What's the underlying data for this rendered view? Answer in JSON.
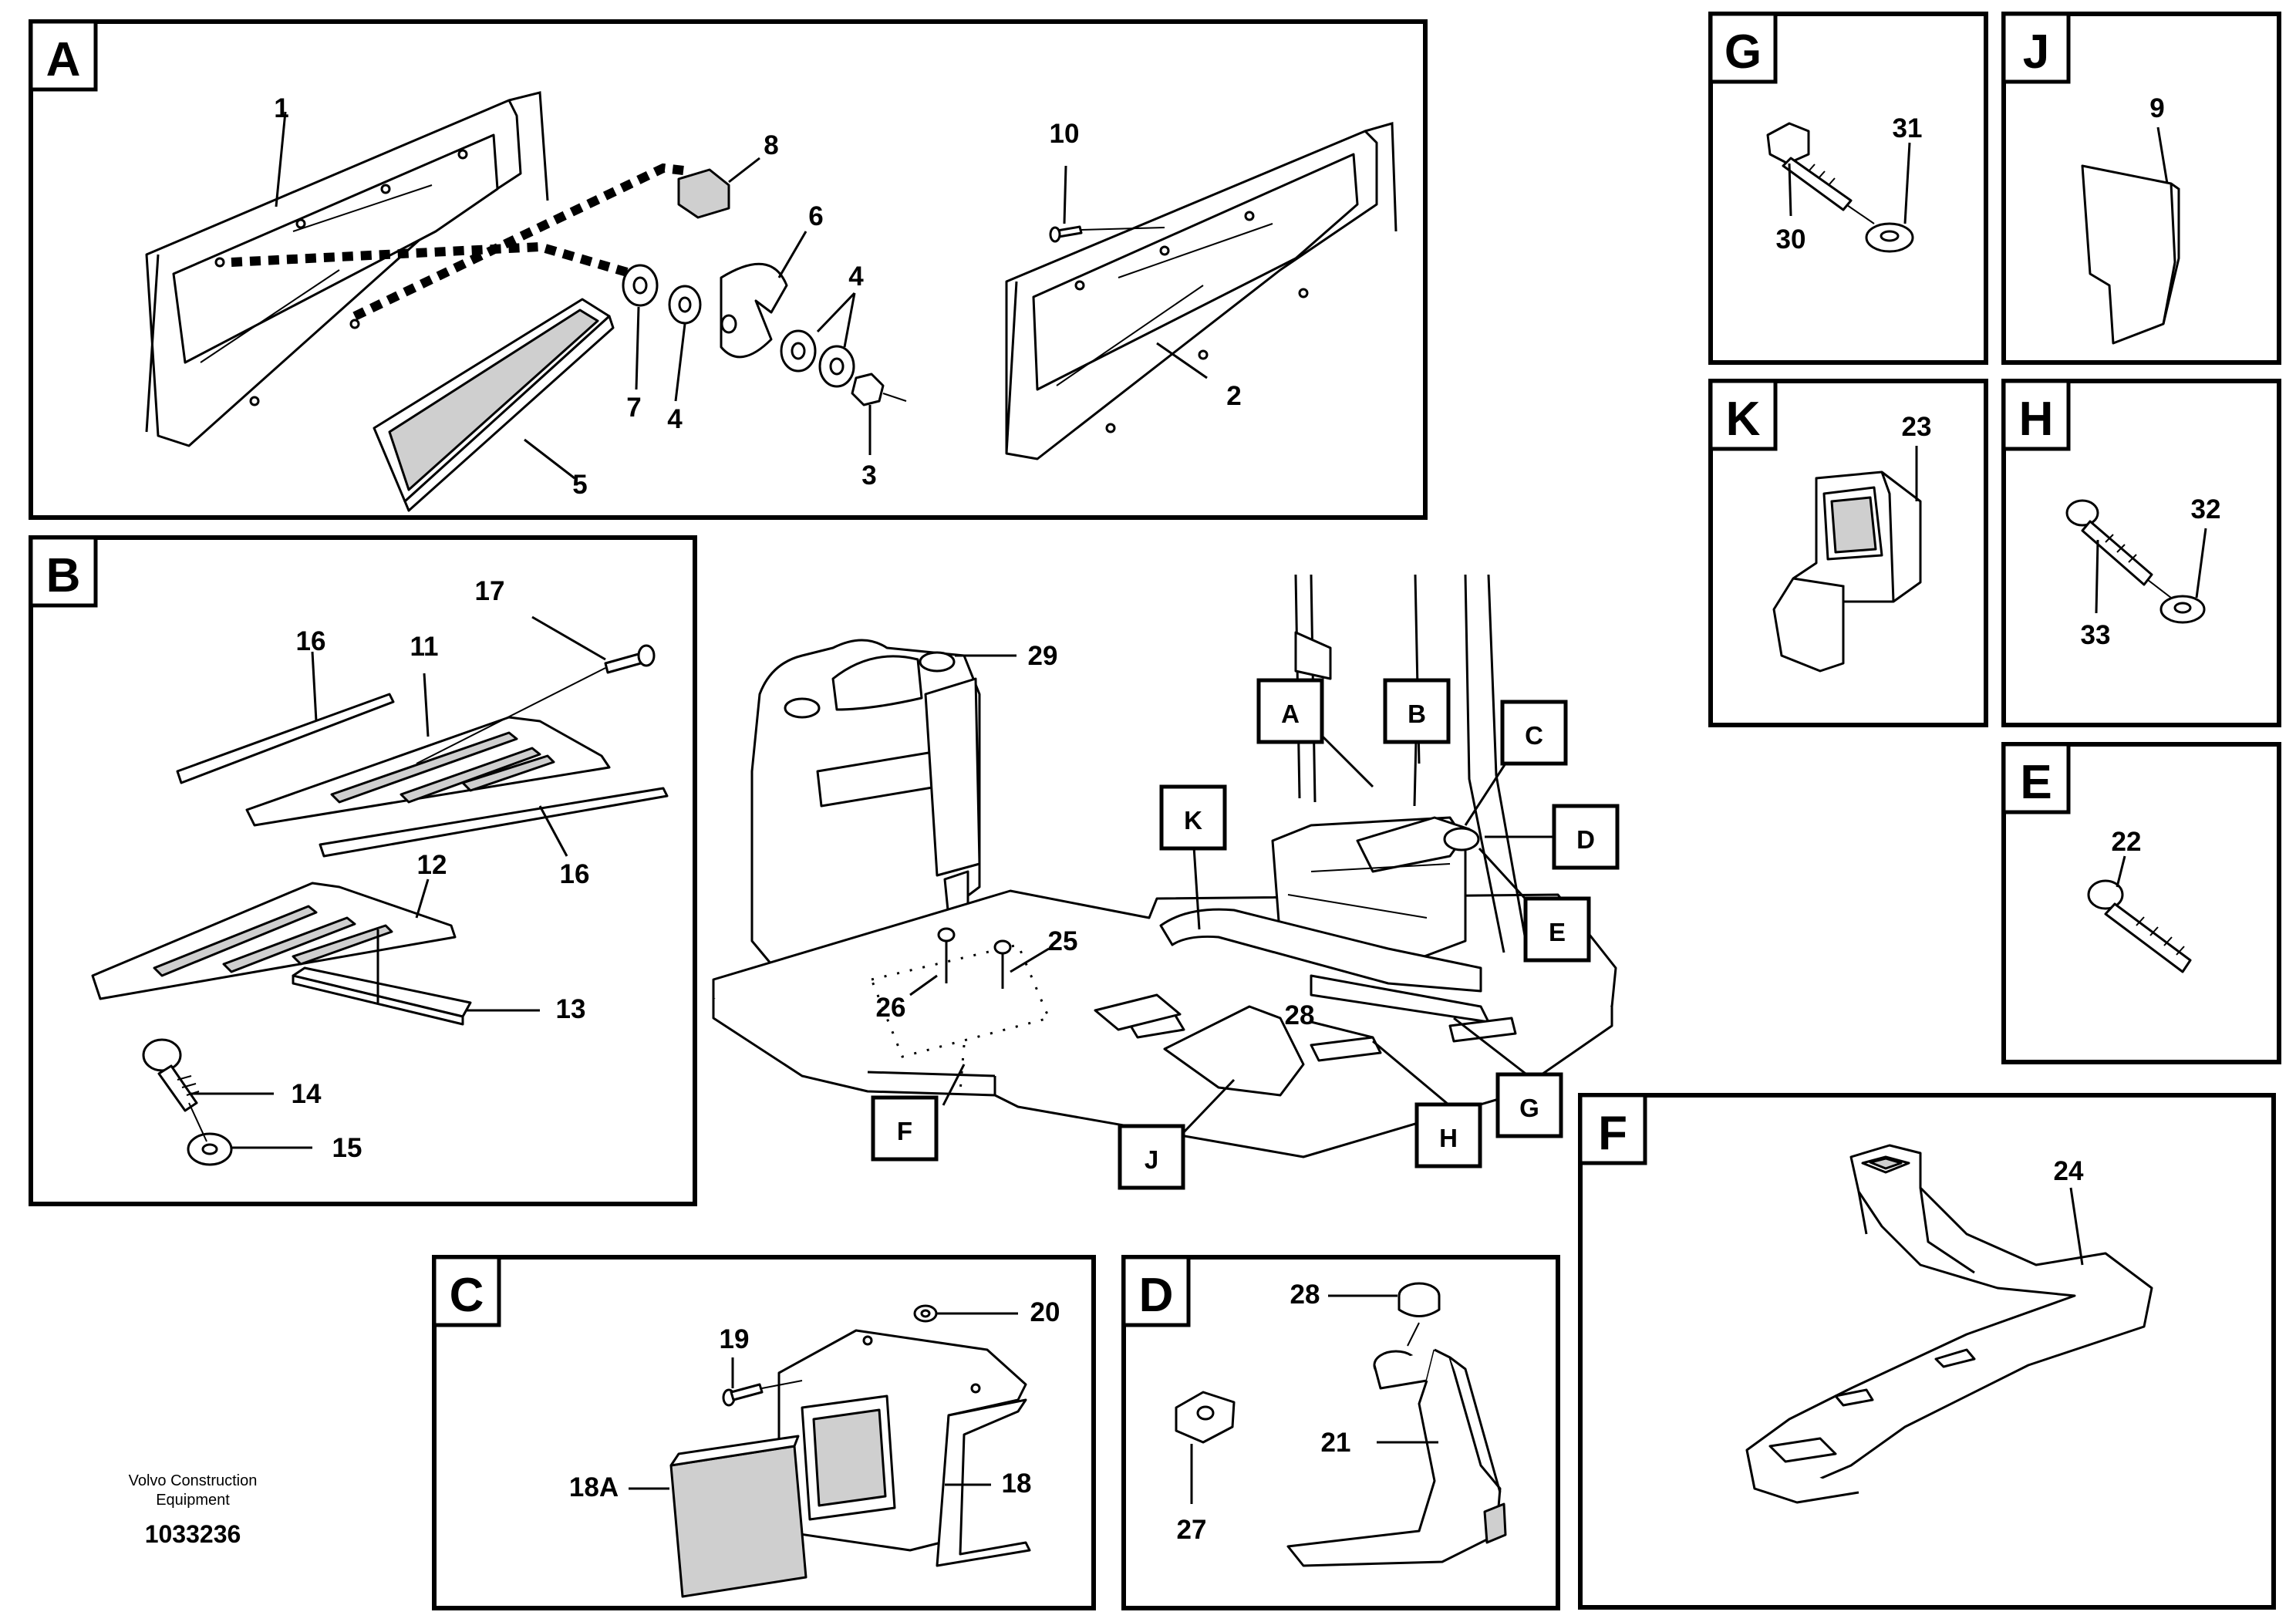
{
  "sections": {
    "A": {
      "label": "A",
      "parts": [
        "1",
        "2",
        "3",
        "4",
        "4",
        "5",
        "6",
        "7",
        "8",
        "10"
      ]
    },
    "B": {
      "label": "B",
      "parts": [
        "11",
        "12",
        "13",
        "14",
        "15",
        "16",
        "16",
        "17"
      ]
    },
    "C": {
      "label": "C",
      "parts": [
        "18",
        "18A",
        "19",
        "20"
      ]
    },
    "D": {
      "label": "D",
      "parts": [
        "21",
        "27",
        "28"
      ]
    },
    "E": {
      "label": "E",
      "parts": [
        "22"
      ]
    },
    "F": {
      "label": "F",
      "parts": [
        "24"
      ]
    },
    "G": {
      "label": "G",
      "parts": [
        "30",
        "31"
      ]
    },
    "H": {
      "label": "H",
      "parts": [
        "32",
        "33"
      ]
    },
    "J": {
      "label": "J",
      "parts": [
        "9"
      ]
    },
    "K": {
      "label": "K",
      "parts": [
        "23"
      ]
    }
  },
  "overview": {
    "callouts": [
      "A",
      "B",
      "C",
      "D",
      "E",
      "F",
      "G",
      "H",
      "J",
      "K"
    ],
    "parts": [
      "25",
      "26",
      "28",
      "29"
    ]
  },
  "footer": {
    "company_line1": "Volvo Construction",
    "company_line2": "Equipment",
    "drawing_number": "1033236"
  }
}
